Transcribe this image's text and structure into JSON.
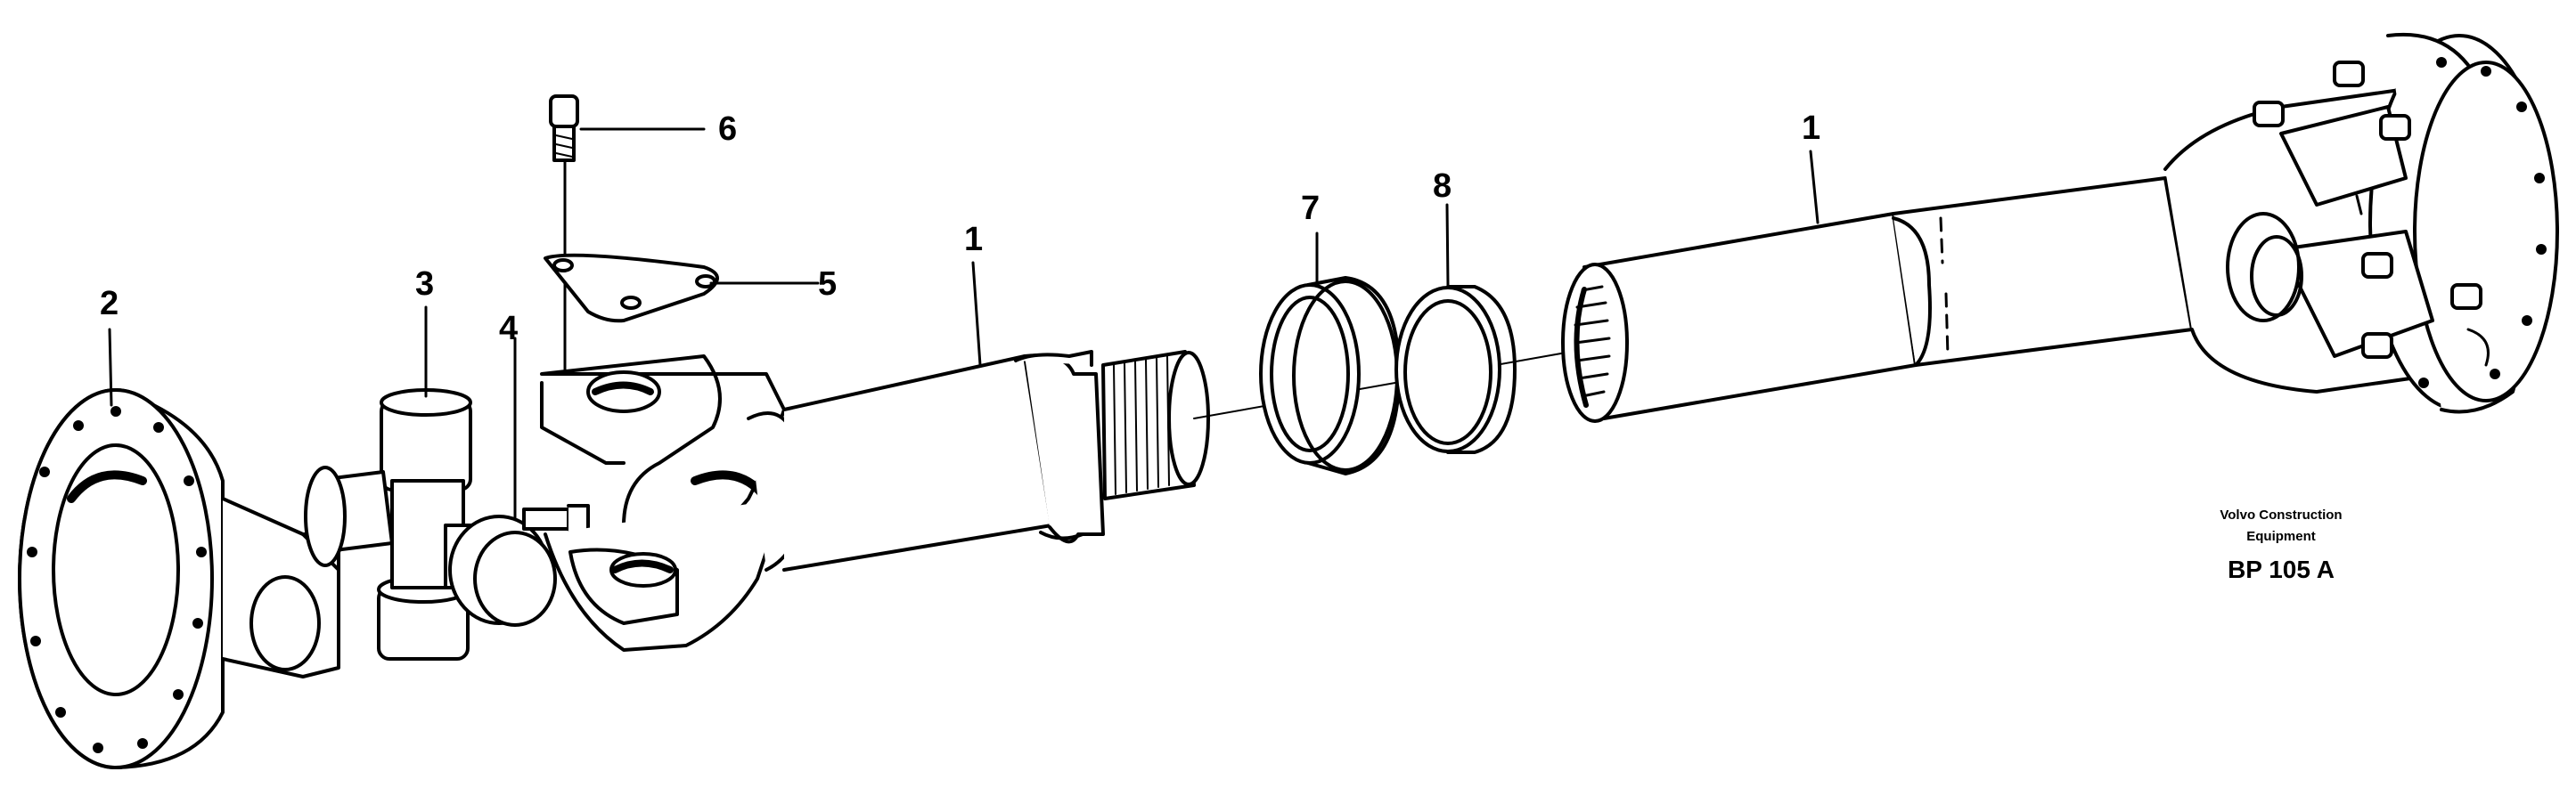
{
  "callouts": [
    {
      "id": "c1a",
      "text": "1"
    },
    {
      "id": "c1b",
      "text": "1"
    },
    {
      "id": "c2",
      "text": "2"
    },
    {
      "id": "c3",
      "text": "3"
    },
    {
      "id": "c4",
      "text": "4"
    },
    {
      "id": "c5",
      "text": "5"
    },
    {
      "id": "c6",
      "text": "6"
    },
    {
      "id": "c7",
      "text": "7"
    },
    {
      "id": "c8",
      "text": "8"
    }
  ],
  "caption": {
    "line1": "Volvo Construction",
    "line2": "Equipment",
    "code": "BP 105 A"
  },
  "colors": {
    "ink": "#000000",
    "paper": "#ffffff"
  }
}
